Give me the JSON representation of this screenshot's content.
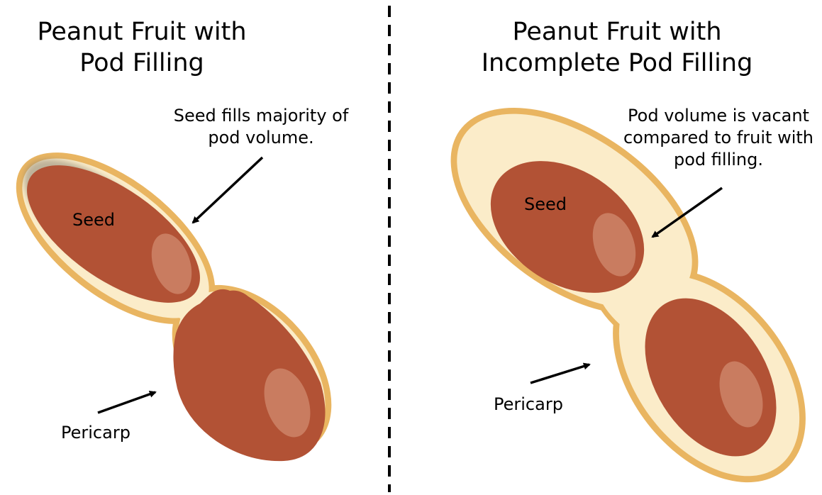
{
  "left_panel": {
    "title_line1": "Peanut Fruit with",
    "title_line2": "Pod Filling",
    "callout_line1": "Seed fills majority of",
    "callout_line2": "pod volume.",
    "seed_label": "Seed",
    "pericarp_label": "Pericarp"
  },
  "right_panel": {
    "title_line1": "Peanut Fruit with",
    "title_line2": "Incomplete Pod Filling",
    "callout_line1": "Pod volume is vacant",
    "callout_line2": "compared to fruit with",
    "callout_line3": "pod filling.",
    "seed_label": "Seed",
    "pericarp_label": "Pericarp"
  },
  "colors": {
    "pericarp_outline": "#E9B561",
    "pod_interior": "#FBECC9",
    "inner_shadow": "#8C8372",
    "seed": "#B25235",
    "seed_highlight": "#C97C60",
    "divider": "#000000"
  }
}
